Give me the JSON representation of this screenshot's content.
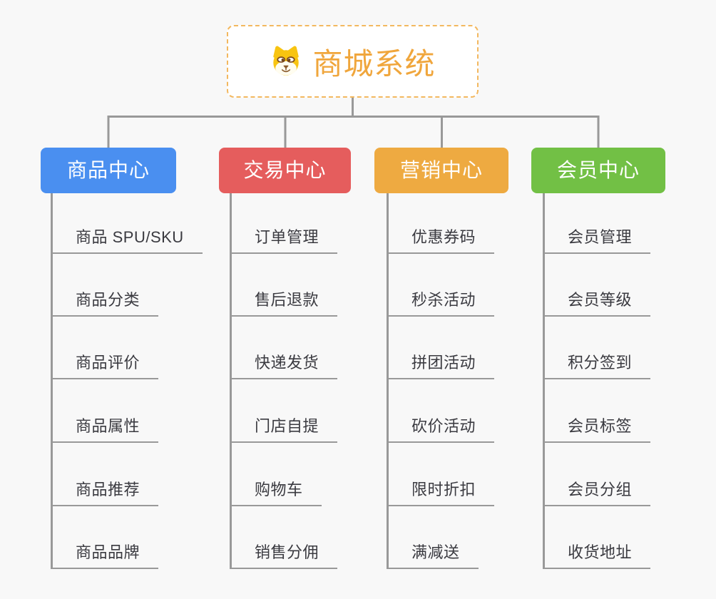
{
  "root": {
    "title": "商城系统",
    "icon": "dog-face-icon",
    "title_color": "#f0a63c",
    "border_color": "#f3b85f"
  },
  "branches": [
    {
      "label": "商品中心",
      "color": "#4a8ff0",
      "children": [
        "商品 SPU/SKU",
        "商品分类",
        "商品评价",
        "商品属性",
        "商品推荐",
        "商品品牌"
      ]
    },
    {
      "label": "交易中心",
      "color": "#e55d5d",
      "children": [
        "订单管理",
        "售后退款",
        "快递发货",
        "门店自提",
        "购物车",
        "销售分佣"
      ]
    },
    {
      "label": "营销中心",
      "color": "#eeaa41",
      "children": [
        "优惠券码",
        "秒杀活动",
        "拼团活动",
        "砍价活动",
        "限时折扣",
        "满减送"
      ]
    },
    {
      "label": "会员中心",
      "color": "#72c045",
      "children": [
        "会员管理",
        "会员等级",
        "积分签到",
        "会员标签",
        "会员分组",
        "收货地址"
      ]
    }
  ],
  "background_color": "#f8f8f8",
  "connector_color": "#999999",
  "underline_color": "#999999",
  "text_color": "#3a3a40"
}
